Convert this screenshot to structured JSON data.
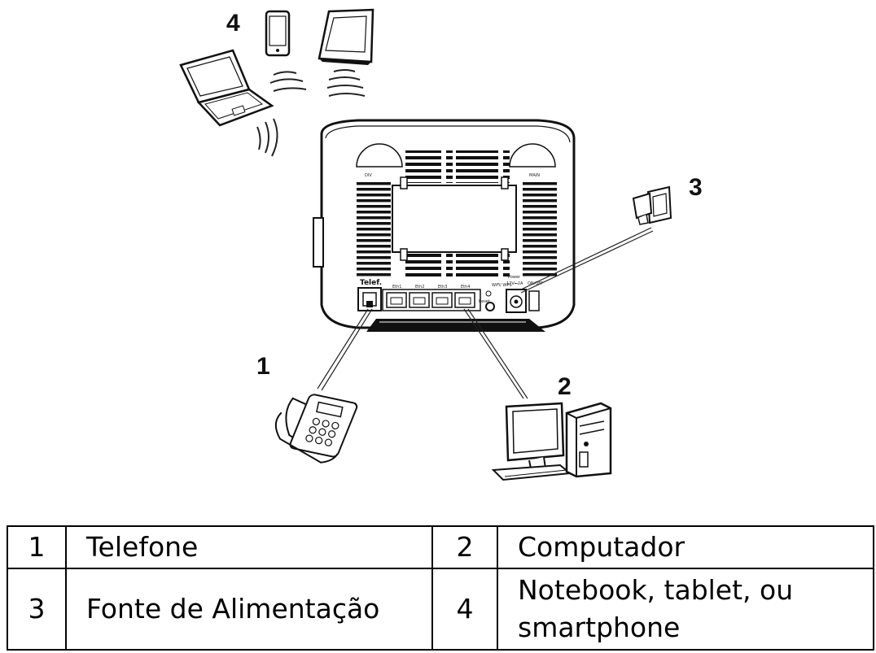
{
  "callouts": {
    "phone": "1",
    "computer": "2",
    "power": "3",
    "wireless": "4"
  },
  "router_labels": {
    "tel_port": "Telef.",
    "antenna_left": "DIV",
    "antenna_right": "MAIN",
    "eth1": "Eth1",
    "eth2": "Eth2",
    "eth3": "Eth3",
    "eth4": "Eth4",
    "wps": "WiFi/ WPS",
    "reset": "Reset",
    "power": "Power",
    "power_rating": "12V⎓2A",
    "on_off": "ON/OFF"
  },
  "legend": {
    "rows": [
      [
        {
          "num": "1",
          "label": "Telefone"
        },
        {
          "num": "2",
          "label": "Computador"
        }
      ],
      [
        {
          "num": "3",
          "label": "Fonte de Alimentação"
        },
        {
          "num": "4",
          "label": "Notebook, tablet, ou smartphone"
        }
      ]
    ]
  }
}
